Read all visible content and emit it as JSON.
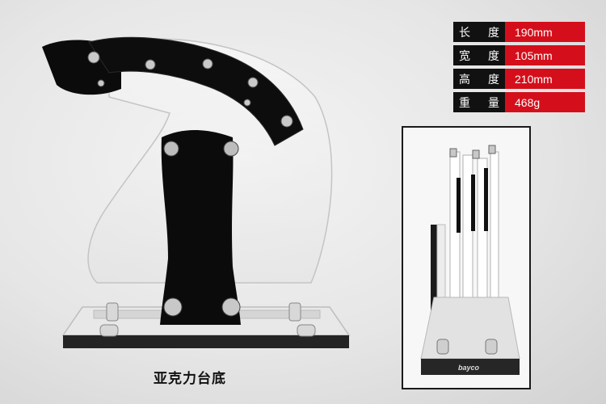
{
  "caption": "亚克力台底",
  "specs": [
    {
      "label_a": "长",
      "label_b": "度",
      "value": "190mm"
    },
    {
      "label_a": "宽",
      "label_b": "度",
      "value": "105mm"
    },
    {
      "label_a": "高",
      "label_b": "度",
      "value": "210mm"
    },
    {
      "label_a": "重",
      "label_b": "量",
      "value": "468g"
    }
  ],
  "inset": {
    "base_logo": "bayco"
  },
  "colors": {
    "accent": "#d40f1b",
    "label_bg": "#111111"
  }
}
